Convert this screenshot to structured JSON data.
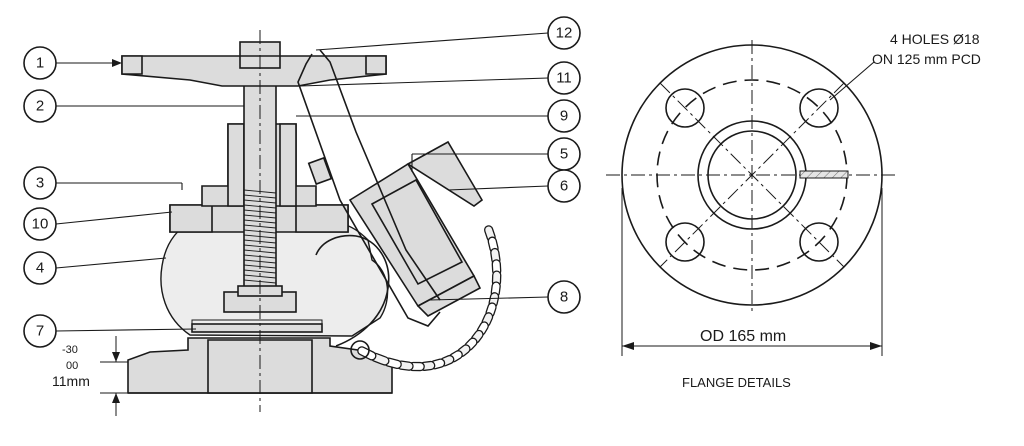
{
  "callouts": [
    {
      "id": "c1",
      "label": "1"
    },
    {
      "id": "c2",
      "label": "2"
    },
    {
      "id": "c3",
      "label": "3"
    },
    {
      "id": "c10",
      "label": "10"
    },
    {
      "id": "c4",
      "label": "4"
    },
    {
      "id": "c7",
      "label": "7"
    },
    {
      "id": "c12",
      "label": "12"
    },
    {
      "id": "c11",
      "label": "11"
    },
    {
      "id": "c9",
      "label": "9"
    },
    {
      "id": "c5",
      "label": "5"
    },
    {
      "id": "c6",
      "label": "6"
    },
    {
      "id": "c8",
      "label": "8"
    }
  ],
  "dimension": {
    "tolerance_upper": "-30",
    "tolerance_lower": "00",
    "value": "11mm"
  },
  "flange": {
    "holes_note_line1": "4 HOLES Ø18",
    "holes_note_line2": "ON 125 mm PCD",
    "od_label": "OD 165 mm",
    "caption": "FLANGE DETAILS"
  }
}
